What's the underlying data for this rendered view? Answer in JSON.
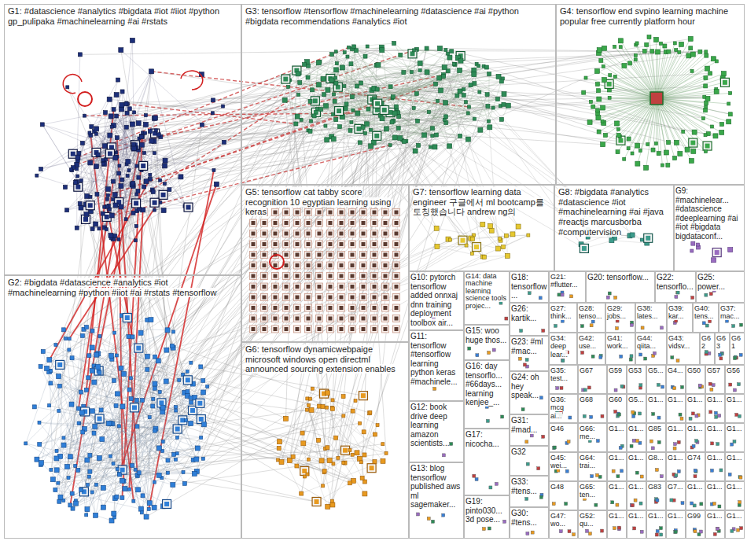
{
  "diagram": {
    "nodes": [
      {
        "text": [
          "G1: #datascience #analytics #bigdata #iot #iiot #python gp_pulipaka #machinelearning #ai #rstats"
        ]
      },
      {
        "text": [
          "G3: tensorflow #tensorflow #machinelearning #datascience #ai #python #bigdata recommendations #analytics #iot"
        ]
      },
      {
        "text": [
          "G4: tensorflow end svpino learning machine popular free currently platform hour"
        ]
      },
      {
        "text": [
          "G2: #bigdata #datascience #analytics #iot #machinelearning #python #iiot #ai #rstats #tensorflow"
        ]
      },
      {
        "text": [
          "G5: tensorflow cat tabby score recognition 10 egyptian learning using keras"
        ]
      },
      {
        "text": [
          "G6: tensorflow dynamicwebpaige microsoft windows open directml announced sourcing extension enables"
        ]
      },
      {
        "text": [
          "G7: tensorflow learning data engineer 구글에서 ml bootcamp를 토칭했습니다 andrew ng의"
        ]
      },
      {
        "text": [
          "G8: #bigdata #analytics #datascience #iot #machinelearning #ai #java #reactjs marcusborba #computervision"
        ]
      },
      {
        "text": [
          "G9: #machinelear... #datascience #deeplearning #ai #iot #bigdata bigdataconf..."
        ]
      },
      {
        "text": [
          "G10: pytorch tensorflow added onnxaj dnn training deployment toolbox air..."
        ]
      },
      {
        "text": [
          "G14: data machine learning science tools projec..."
        ]
      },
      {
        "text": [
          "G18: tensorflow..."
        ]
      },
      {
        "text": [
          "G21: #flutter..."
        ]
      },
      {
        "text": [
          "G20: tensorflow..."
        ]
      },
      {
        "text": [
          "G22: tensorflo..."
        ]
      },
      {
        "text": [
          "G25: power..."
        ]
      },
      {
        "text": [
          "G26: kartik..."
        ]
      },
      {
        "text": [
          "G27: think..."
        ]
      },
      {
        "text": [
          "G28: tenso..."
        ]
      },
      {
        "text": [
          "G29: jobs..."
        ]
      },
      {
        "text": [
          "G38: lates..."
        ]
      },
      {
        "text": [
          "G39: kar..."
        ]
      },
      {
        "text": [
          "G40: tens..."
        ]
      },
      {
        "text": [
          "G37: mac..."
        ]
      },
      {
        "text": [
          "G15: woo huge thos..."
        ]
      },
      {
        "text": [
          "G11: tensorflow #tensorflow learning python keras #machinele..."
        ]
      },
      {
        "text": [
          "G23: #ml #mac..."
        ]
      },
      {
        "text": [
          "G34: deep lear..."
        ]
      },
      {
        "text": [
          "G42: use..."
        ]
      },
      {
        "text": [
          "G41: work..."
        ]
      },
      {
        "text": [
          "G44: qiita..."
        ]
      },
      {
        "text": [
          "G43: vidsv..."
        ]
      },
      {
        "text": [
          "G62"
        ]
      },
      {
        "text": [
          "G63"
        ]
      },
      {
        "text": [
          "G61"
        ]
      },
      {
        "text": [
          "G16: day tensorflo... #66days... learning kenjee_..."
        ]
      },
      {
        "text": [
          "G24: oh hey speak..."
        ]
      },
      {
        "text": [
          "G12: book drive deep learning amazon scientists..."
        ]
      },
      {
        "text": [
          "G31: #mad..."
        ]
      },
      {
        "text": [
          "G17: nicocha..."
        ]
      },
      {
        "text": [
          "G32"
        ]
      },
      {
        "text": [
          "G33: #tens..."
        ]
      },
      {
        "text": [
          "G13: blog tensorflow published aws ml sagemaker..."
        ]
      },
      {
        "text": [
          "G19: pinto030... 3d pose..."
        ]
      },
      {
        "text": [
          "G30: #tens..."
        ]
      },
      {
        "text": [
          "G35: test..."
        ]
      },
      {
        "text": [
          "G36: mcq ai..."
        ]
      },
      {
        "text": [
          "G46"
        ]
      },
      {
        "text": [
          "G45: wei..."
        ]
      },
      {
        "text": [
          "G48"
        ]
      },
      {
        "text": [
          "G47: wo..."
        ]
      },
      {
        "text": [
          "G67"
        ]
      },
      {
        "text": [
          "G68"
        ]
      },
      {
        "text": [
          "G66: me..."
        ]
      },
      {
        "text": [
          "G64: trai..."
        ]
      },
      {
        "text": [
          "G65: ten..."
        ]
      },
      {
        "text": [
          "G52: qu..."
        ]
      },
      {
        "text": [
          "G59"
        ]
      },
      {
        "text": [
          "G53"
        ]
      },
      {
        "text": [
          "G5..."
        ]
      },
      {
        "text": [
          "G4..."
        ]
      },
      {
        "text": [
          "G50"
        ]
      },
      {
        "text": [
          "G57"
        ]
      },
      {
        "text": [
          "G56"
        ]
      },
      {
        "text": [
          "G60"
        ]
      },
      {
        "text": [
          "G5..."
        ]
      },
      {
        "text": [
          "G1..."
        ]
      },
      {
        "text": [
          "G1..."
        ]
      },
      {
        "text": [
          "G1..."
        ]
      },
      {
        "text": [
          "G1..."
        ]
      },
      {
        "text": [
          "G1..."
        ]
      },
      {
        "text": [
          "G1..."
        ]
      },
      {
        "text": [
          "G1..."
        ]
      },
      {
        "text": [
          "G85"
        ]
      },
      {
        "text": [
          "G1..."
        ]
      },
      {
        "text": [
          "G1..."
        ]
      },
      {
        "text": [
          "G1..."
        ]
      },
      {
        "text": [
          "G1..."
        ]
      },
      {
        "text": [
          "G1..."
        ]
      },
      {
        "text": [
          "G1..."
        ]
      },
      {
        "text": [
          "G8..."
        ]
      },
      {
        "text": [
          "G1..."
        ]
      },
      {
        "text": [
          "G74"
        ]
      },
      {
        "text": [
          "G1..."
        ]
      },
      {
        "text": [
          "G1..."
        ]
      },
      {
        "text": [
          "G1..."
        ]
      },
      {
        "text": [
          "G1..."
        ]
      },
      {
        "text": [
          "G83"
        ]
      },
      {
        "text": [
          "G7..."
        ]
      },
      {
        "text": [
          "G1..."
        ]
      },
      {
        "text": [
          "G1..."
        ]
      },
      {
        "text": [
          "G1..."
        ]
      },
      {
        "text": [
          "G1..."
        ]
      },
      {
        "text": [
          "G1..."
        ]
      },
      {
        "text": [
          "G1..."
        ]
      },
      {
        "text": [
          "G1..."
        ]
      },
      {
        "text": [
          "G99"
        ]
      },
      {
        "text": [
          "G1..."
        ]
      },
      {
        "text": [
          "G1..."
        ]
      }
    ]
  }
}
